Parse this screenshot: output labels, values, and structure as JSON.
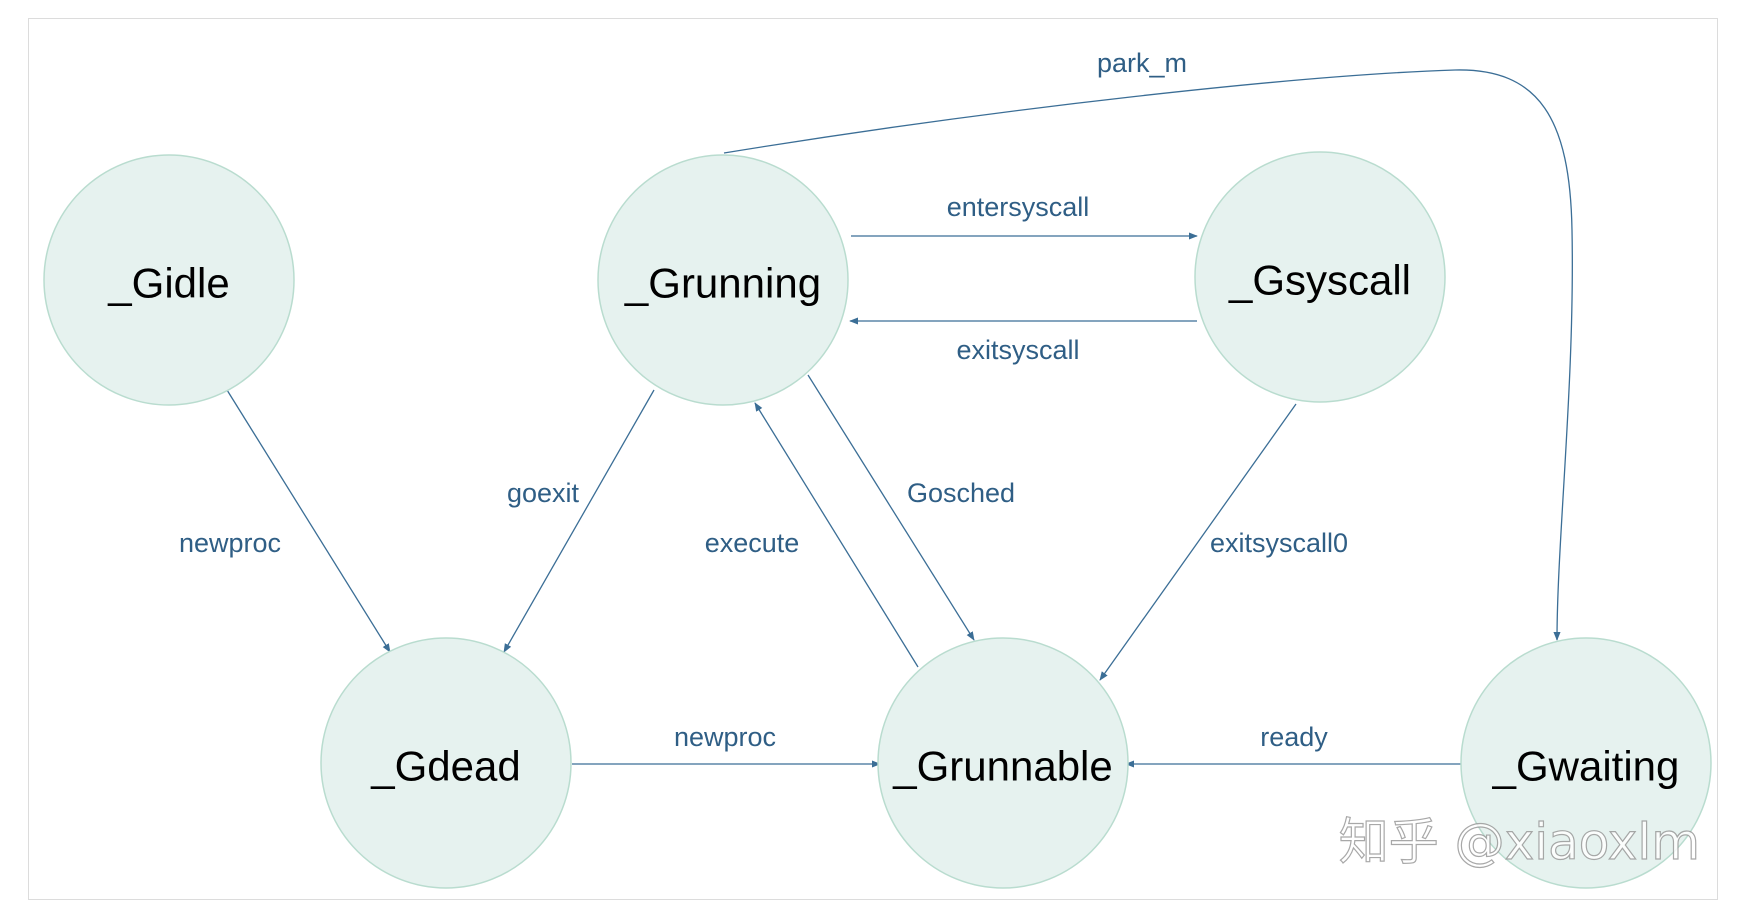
{
  "colors": {
    "node_fill": "#e6f2ef",
    "node_stroke": "#b9dccf",
    "edge": "#3b6e96",
    "edge_label": "#2f5e85",
    "node_label": "#000000"
  },
  "nodes": [
    {
      "id": "gidle",
      "label": "_Gidle"
    },
    {
      "id": "grunning",
      "label": "_Grunning"
    },
    {
      "id": "gsyscall",
      "label": "_Gsyscall"
    },
    {
      "id": "gdead",
      "label": "_Gdead"
    },
    {
      "id": "grunnable",
      "label": "_Grunnable"
    },
    {
      "id": "gwaiting",
      "label": "_Gwaiting"
    }
  ],
  "edges": [
    {
      "id": "e-gidle-gdead",
      "from": "_Gidle",
      "to": "_Gdead",
      "label": "newproc"
    },
    {
      "id": "e-grunning-gdead",
      "from": "_Grunning",
      "to": "_Gdead",
      "label": "goexit"
    },
    {
      "id": "e-grunnable-grunning",
      "from": "_Grunnable",
      "to": "_Grunning",
      "label": "execute"
    },
    {
      "id": "e-grunning-grunnable",
      "from": "_Grunning",
      "to": "_Grunnable",
      "label": "Gosched"
    },
    {
      "id": "e-grunning-gsyscall",
      "from": "_Grunning",
      "to": "_Gsyscall",
      "label": "entersyscall"
    },
    {
      "id": "e-gsyscall-grunning",
      "from": "_Gsyscall",
      "to": "_Grunning",
      "label": "exitsyscall"
    },
    {
      "id": "e-gsyscall-grunnable",
      "from": "_Gsyscall",
      "to": "_Grunnable",
      "label": "exitsyscall0"
    },
    {
      "id": "e-gdead-grunnable",
      "from": "_Gdead",
      "to": "_Grunnable",
      "label": "newproc"
    },
    {
      "id": "e-gwaiting-grunnable",
      "from": "_Gwaiting",
      "to": "_Grunnable",
      "label": "ready"
    },
    {
      "id": "e-grunning-gwaiting",
      "from": "_Grunning",
      "to": "_Gwaiting",
      "label": "park_m"
    }
  ],
  "watermark": "知乎 @xiaoxlm"
}
